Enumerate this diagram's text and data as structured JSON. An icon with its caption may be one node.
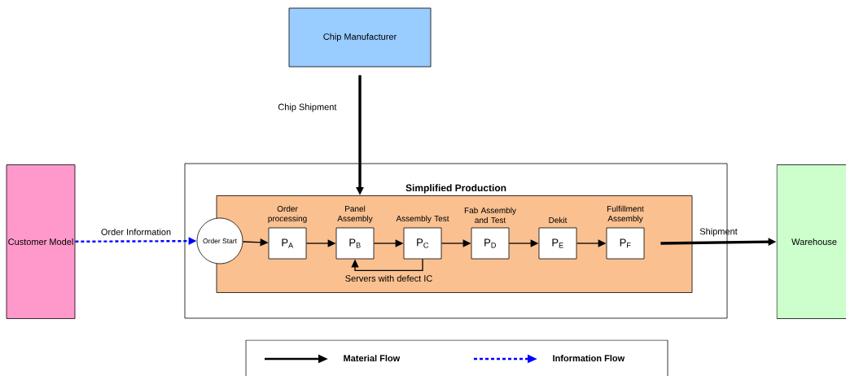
{
  "diagram": {
    "nodes": [
      {
        "text": [
          "Chip Manufacturer"
        ]
      },
      {
        "text": [
          "Customer Model"
        ]
      },
      {
        "text": [
          "Simplified Production"
        ]
      },
      {
        "text": [],
        "shape": "box",
        "in": 2
      },
      {
        "text": [
          "Order Start"
        ],
        "in": 3
      },
      {
        "text": [
          "P$_{A}$"
        ],
        "beside": [
          "Order processing"
        ],
        "in": 3
      },
      {
        "text": [
          "P$_{B}$"
        ],
        "beside": [
          "Panel Assembly"
        ],
        "in": 3
      },
      {
        "text": [
          "P$_{C}$"
        ],
        "beside": [
          "Assembly Test"
        ],
        "in": 3
      },
      {
        "text": [
          "P$_{D}$"
        ],
        "beside": [
          "Fab Assembly and Test"
        ],
        "in": 3
      },
      {
        "text": [
          "P$_{E}$"
        ],
        "beside": [
          "Dekit"
        ],
        "in": 3
      },
      {
        "text": [
          "P$_{F}$"
        ],
        "beside": [
          "Fulfillment Assembly"
        ],
        "in": 3
      },
      {
        "text": [
          "Warehouse"
        ]
      }
    ],
    "edges": [
      {
        "from": 0,
        "to": 3,
        "arrow": "to",
        "label": "Chip Shipment",
        "style": "thick"
      },
      {
        "from": 1,
        "to": 4,
        "arrow": "to",
        "label": "Order Information",
        "style": "dashed",
        "color": "#0000ff"
      },
      {
        "from": 4,
        "to": 5,
        "arrow": "to"
      },
      {
        "from": 5,
        "to": 6,
        "arrow": "to"
      },
      {
        "from": 6,
        "to": 7,
        "arrow": "to"
      },
      {
        "from": 7,
        "to": 8,
        "arrow": "to"
      },
      {
        "from": 8,
        "to": 9,
        "arrow": "to"
      },
      {
        "from": 9,
        "to": 10,
        "arrow": "to"
      },
      {
        "from": 7,
        "to": 6,
        "arrow": "to",
        "label": "Servers with defect IC"
      },
      {
        "from": 10,
        "to": 11,
        "arrow": "to",
        "label": "Shipment",
        "style": "thick"
      }
    ],
    "legend": [
      {
        "text": "Material Flow"
      },
      {
        "text": "Information Flow"
      }
    ]
  }
}
